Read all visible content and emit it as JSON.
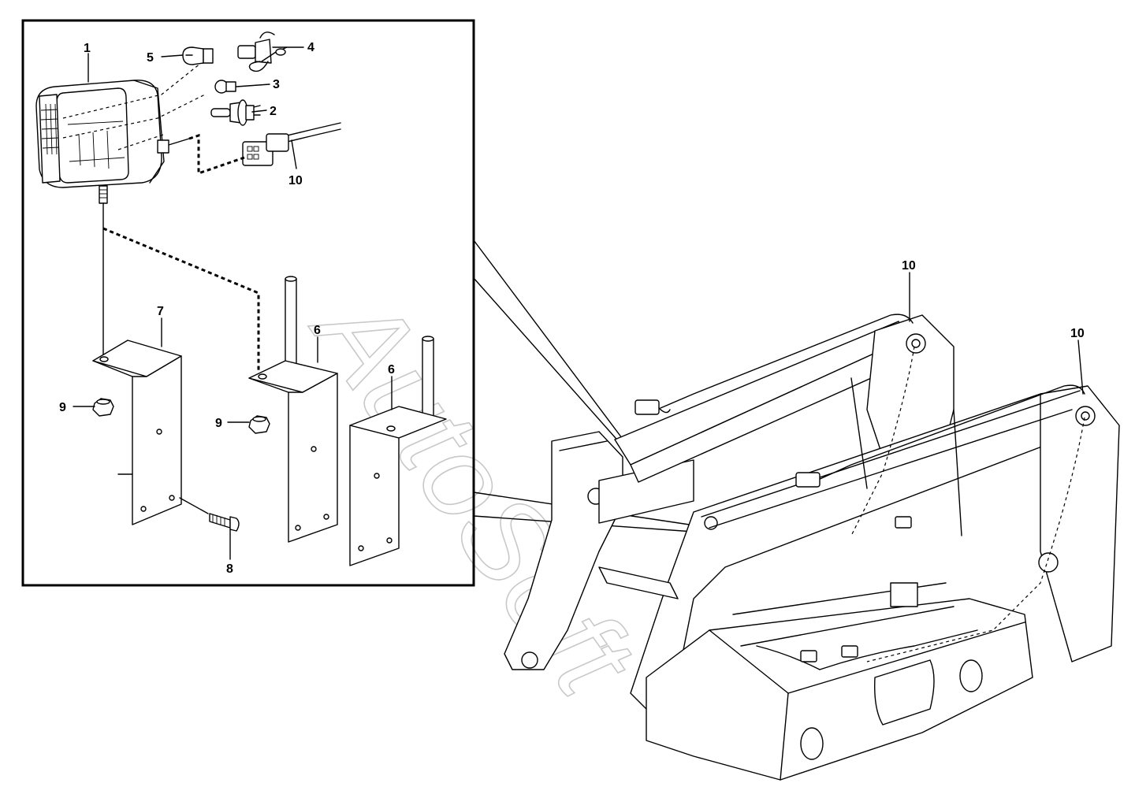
{
  "watermark": "AutoSoft",
  "callouts": {
    "c1": "1",
    "c2": "2",
    "c3": "3",
    "c4": "4",
    "c5": "5",
    "c6a": "6",
    "c6b": "6",
    "c7": "7",
    "c8": "8",
    "c9a": "9",
    "c9b": "9",
    "c10a": "10",
    "c10b": "10",
    "c10c": "10"
  }
}
